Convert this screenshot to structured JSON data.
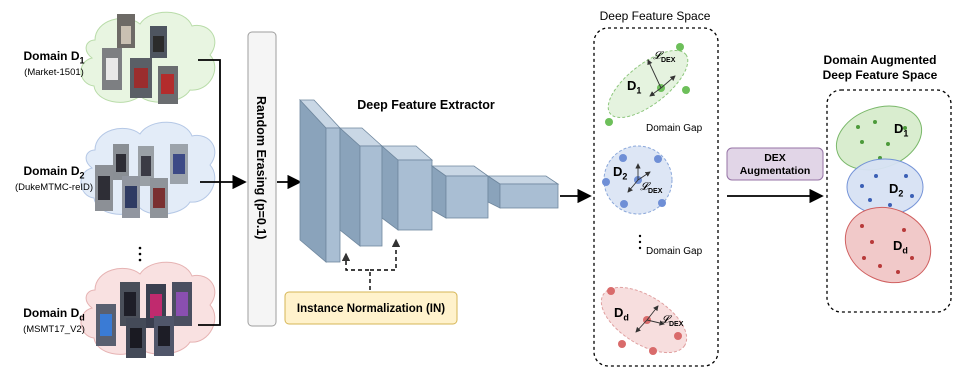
{
  "domains": [
    {
      "name": "Domain D",
      "sub": "1",
      "source": "(Market-1501)"
    },
    {
      "name": "Domain D",
      "sub": "2",
      "source": "(DukeMTMC-reID)"
    },
    {
      "name": "Domain D",
      "sub": "d",
      "source": "(MSMT17_V2)"
    }
  ],
  "random_erasing": "Random Erasing (p=0.1)",
  "extractor_title": "Deep Feature Extractor",
  "instance_norm": "Instance Normalization (IN)",
  "feature_space_title": "Deep Feature Space",
  "clusters": [
    {
      "label": "D",
      "sub": "1"
    },
    {
      "label": "D",
      "sub": "2"
    },
    {
      "label": "D",
      "sub": "d"
    }
  ],
  "loss_label": "𝓛",
  "loss_sub": "DEX",
  "domain_gap_1": "Domain Gap",
  "domain_gap_2": "Domain Gap",
  "augmentation_label_line1": "DEX",
  "augmentation_label_line2": "Augmentation",
  "augmented_title_line1": "Domain Augmented",
  "augmented_title_line2": "Deep Feature Space",
  "aug_clusters": [
    {
      "label": "D",
      "sub": "1"
    },
    {
      "label": "D",
      "sub": "2"
    },
    {
      "label": "D",
      "sub": "d"
    }
  ],
  "colors": {
    "green": "#4caf50",
    "green_fill": "#e5f3df",
    "blue": "#5b7fcf",
    "blue_fill": "#dde6f5",
    "red": "#d9534f",
    "red_fill": "#f7dede",
    "cloud_green": "#e8f5e1",
    "cloud_blue": "#e3ecf8",
    "cloud_red": "#f9e1e1",
    "block_front": "#a9bed3",
    "block_top": "#c9d7e5",
    "block_side": "#8aa3bb",
    "in_box": "#fff2cc",
    "in_border": "#d6b656",
    "dex_box": "#e1d5e7",
    "dex_border": "#9673a6"
  }
}
